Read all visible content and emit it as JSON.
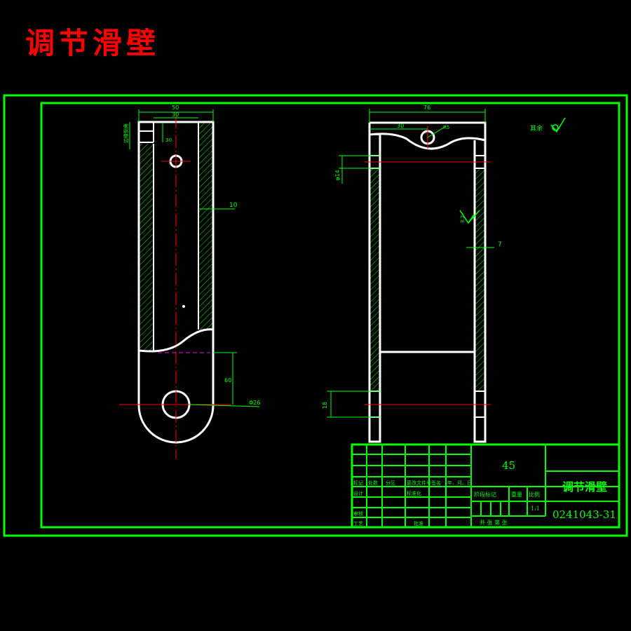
{
  "title": "调节滑壁",
  "dimensions": {
    "left_width": "50",
    "left_inner": "30",
    "left_side": "10",
    "left_vertical_a": "60",
    "left_vertical_b": "30",
    "left_hole": "Φ26",
    "right_width": "76",
    "right_offset": "30",
    "right_radius": "R5",
    "right_hole": "φ14",
    "right_side": "7",
    "right_bottom": "18"
  },
  "annotations": {
    "roughness_other": "其余",
    "roughness_value": "3.2",
    "left_vertical_note": "边缘倒角"
  },
  "title_block": {
    "material": "45",
    "part_name": "调节滑壁",
    "drawing_number": "0241043-31",
    "scale_label": "比例",
    "scale_value": "1:1",
    "weight_label": "重量",
    "stage_label": "阶段标记",
    "sheets_label": "共    张  第    张",
    "row_labels": [
      "标记",
      "处数",
      "分区",
      "更改文件号",
      "签名",
      "年、月、日"
    ],
    "designer": "设计",
    "standardization": "标准化",
    "reviewer": "审核",
    "process": "工艺",
    "approve": "批准"
  }
}
